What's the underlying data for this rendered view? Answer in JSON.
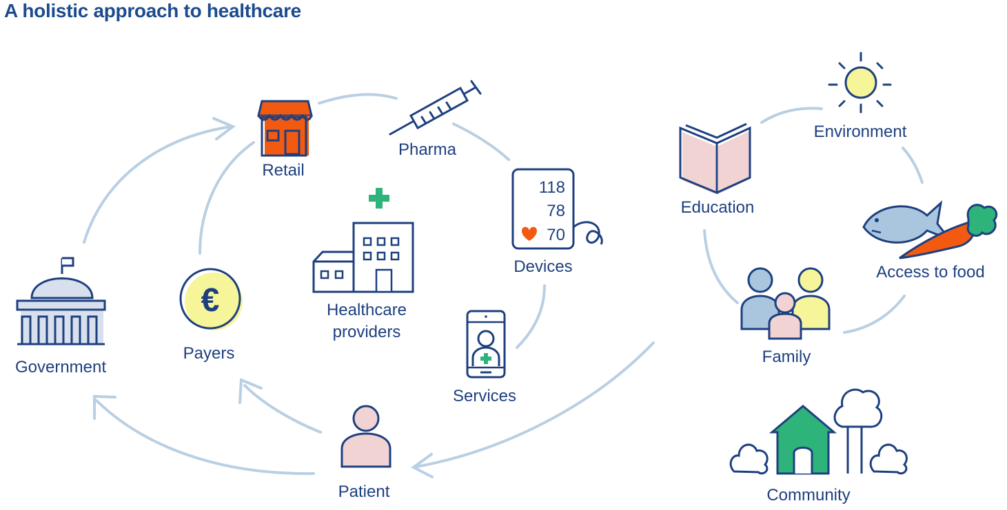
{
  "title": "A holistic approach to healthcare",
  "nodes": {
    "retail": "Retail",
    "pharma": "Pharma",
    "devices": "Devices",
    "healthcare_providers_line1": "Healthcare",
    "healthcare_providers_line2": "providers",
    "services": "Services",
    "payers": "Payers",
    "government": "Government",
    "patient": "Patient",
    "education": "Education",
    "environment": "Environment",
    "access_to_food": "Access to food",
    "family": "Family",
    "community": "Community"
  },
  "device_readings": [
    "118",
    "78",
    "70"
  ],
  "currency_symbol": "€",
  "icons": {
    "retail": "store-icon",
    "pharma": "syringe-icon",
    "devices": "blood-pressure-monitor-icon",
    "healthcare_providers": "hospital-icon",
    "services": "mobile-doctor-icon",
    "payers": "euro-coin-icon",
    "government": "government-building-icon",
    "patient": "person-icon",
    "education": "book-icon",
    "environment": "sun-icon",
    "access_to_food": "fish-carrot-icon",
    "family": "family-icon",
    "community": "house-trees-icon"
  },
  "colors": {
    "navy": "#1d3f7f",
    "connector": "#b9cfe3",
    "orange": "#f25a12",
    "green": "#2eb37a",
    "pink": "#f1d3d3",
    "yellow": "#f7f59a",
    "light_blue": "#aac6de",
    "building_blue": "#d7e0ec"
  }
}
